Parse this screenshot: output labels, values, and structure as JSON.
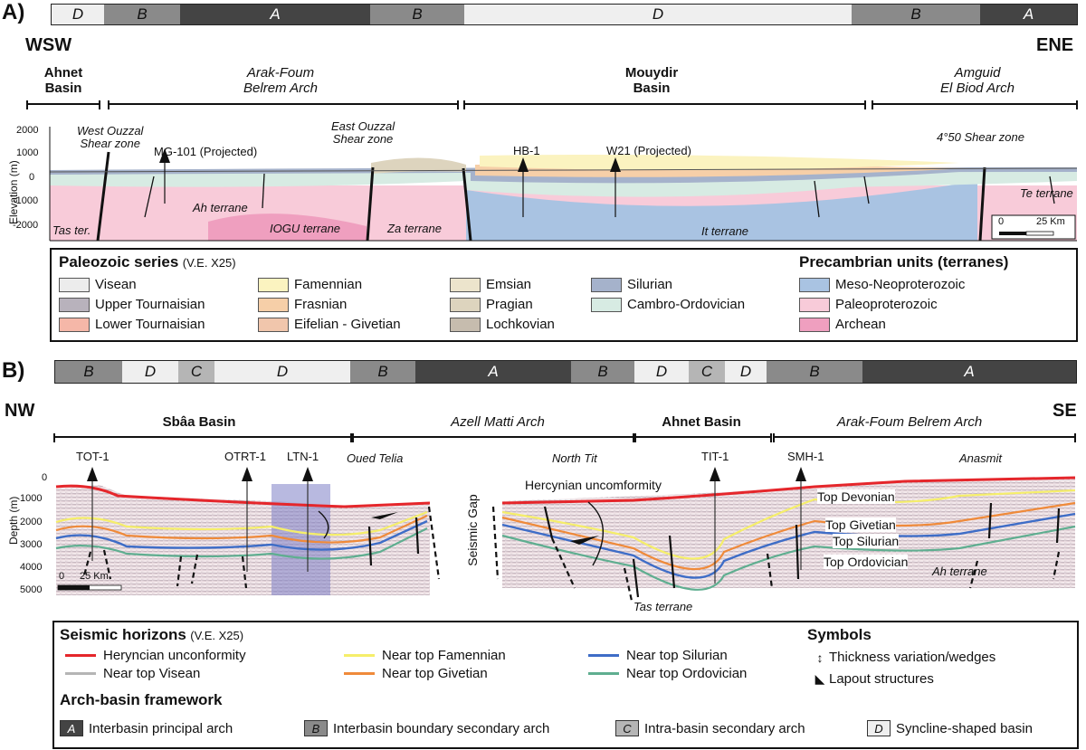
{
  "panel_a": {
    "label": "A)",
    "dir_left": "WSW",
    "dir_right": "ENE",
    "strip": [
      {
        "code": "D",
        "color": "#efefef"
      },
      {
        "code": "B",
        "color": "#8a8a8a"
      },
      {
        "code": "A",
        "color": "#444444"
      },
      {
        "code": "B",
        "color": "#8a8a8a"
      },
      {
        "code": "D",
        "color": "#efefef"
      },
      {
        "code": "B",
        "color": "#8a8a8a"
      },
      {
        "code": "A",
        "color": "#444444"
      }
    ],
    "regions": {
      "ahnet_1": "Ahnet",
      "ahnet_2": "Basin",
      "arak_1": "Arak-Foum",
      "arak_2": "Belrem Arch",
      "mouydir_1": "Mouydir",
      "mouydir_2": "Basin",
      "amguid_1": "Amguid",
      "amguid_2": "El Biod Arch"
    },
    "annotations": {
      "west_oz_1": "West Ouzzal",
      "west_oz_2": "Shear zone",
      "east_oz_1": "East Ouzzal",
      "east_oz_2": "Shear zone",
      "shear_450": "4°50 Shear zone",
      "mg101": "MG-101 (Projected)",
      "hb1": "HB-1",
      "w21": "W21 (Projected)",
      "tas": "Tas ter.",
      "ah": "Ah terrane",
      "iogu": "IOGU terrane",
      "za": "Za terrane",
      "it": "It terrane",
      "te": "Te terrane"
    },
    "y_axis": {
      "label": "Elevation (m)",
      "ticks": [
        "2000",
        "1000",
        "0",
        "-1000",
        "-2000"
      ]
    },
    "scale": {
      "text": "0",
      "km": "25 Km"
    },
    "legend": {
      "paleo_title": "Paleozoic series",
      "paleo_sub": "(V.E. X25)",
      "pre_title": "Precambrian units (terranes)",
      "col1": [
        {
          "name": "Visean",
          "color": "#ececec"
        },
        {
          "name": "Upper Tournaisian",
          "color": "#b8b2bc"
        },
        {
          "name": "Lower Tournaisian",
          "color": "#f5b7a8"
        }
      ],
      "col2": [
        {
          "name": "Famennian",
          "color": "#fbf3c0"
        },
        {
          "name": "Frasnian",
          "color": "#f6cfa8"
        },
        {
          "name": "Eifelian - Givetian",
          "color": "#f1c6ac"
        }
      ],
      "col3": [
        {
          "name": "Emsian",
          "color": "#ece4cc"
        },
        {
          "name": "Pragian",
          "color": "#ddd4be"
        },
        {
          "name": "Lochkovian",
          "color": "#c6bcae"
        }
      ],
      "col4": [
        {
          "name": "Silurian",
          "color": "#a5b2cb"
        },
        {
          "name": "Cambro-Ordovician",
          "color": "#d7ebe3"
        }
      ],
      "col5": [
        {
          "name": "Meso-Neoproterozoic",
          "color": "#a9c3e2"
        },
        {
          "name": "Paleoproterozoic",
          "color": "#f8cbd9"
        },
        {
          "name": "Archean",
          "color": "#ef9fbf"
        }
      ]
    }
  },
  "panel_b": {
    "label": "B)",
    "dir_left": "NW",
    "dir_right": "SE",
    "strip": [
      {
        "code": "B",
        "color": "#8a8a8a"
      },
      {
        "code": "D",
        "color": "#efefef"
      },
      {
        "code": "C",
        "color": "#b5b5b5"
      },
      {
        "code": "D",
        "color": "#efefef"
      },
      {
        "code": "B",
        "color": "#8a8a8a"
      },
      {
        "code": "A",
        "color": "#444444"
      },
      {
        "code": "B",
        "color": "#8a8a8a"
      },
      {
        "code": "D",
        "color": "#efefef"
      },
      {
        "code": "C",
        "color": "#b5b5b5"
      },
      {
        "code": "D",
        "color": "#efefef"
      },
      {
        "code": "B",
        "color": "#8a8a8a"
      },
      {
        "code": "A",
        "color": "#444444"
      }
    ],
    "regions": {
      "sbaa": "Sbâa Basin",
      "azell": "Azell Matti Arch",
      "ahnet": "Ahnet Basin",
      "arak": "Arak-Foum Belrem Arch"
    },
    "wells": [
      "TOT-1",
      "OTRT-1",
      "LTN-1",
      "TIT-1",
      "SMH-1"
    ],
    "annotations": {
      "oued": "Oued Telia",
      "north_tit": "North Tit",
      "anasmit": "Anasmit",
      "hercynian": "Hercynian uncomformity",
      "gap": "Seismic Gap",
      "top_dev": "Top Devonian",
      "top_giv": "Top Givetian",
      "top_sil": "Top Silurian",
      "top_ord": "Top Ordovician",
      "tas": "Tas terrane",
      "ah": "Ah terrane"
    },
    "y_axis": {
      "label": "Depth (m)",
      "ticks": [
        "0",
        "1000",
        "2000",
        "3000",
        "4000",
        "5000"
      ]
    },
    "scale": {
      "text": "0",
      "km": "25 Km"
    },
    "legend": {
      "horizons_title": "Seismic horizons",
      "horizons_sub": "(V.E. X25)",
      "symbols_title": "Symbols",
      "framework_title": "Arch-basin framework",
      "horizons": [
        {
          "name": "Heryncian unconformity",
          "color": "#e5262b"
        },
        {
          "name": "Near top Visean",
          "color": "#b5b5b5"
        },
        {
          "name": "Near top Famennian",
          "color": "#f5ee6a"
        },
        {
          "name": "Near top Givetian",
          "color": "#ef8a3a"
        },
        {
          "name": "Near top Silurian",
          "color": "#3e6dc7"
        },
        {
          "name": "Near top Ordovician",
          "color": "#5fae90"
        }
      ],
      "symbols": [
        "Thickness variation/wedges",
        "Lapout structures"
      ],
      "framework": [
        {
          "code": "A",
          "name": "Interbasin principal arch",
          "color": "#444444"
        },
        {
          "code": "B",
          "name": "Interbasin boundary secondary arch",
          "color": "#8a8a8a"
        },
        {
          "code": "C",
          "name": "Intra-basin secondary arch",
          "color": "#b5b5b5"
        },
        {
          "code": "D",
          "name": "Syncline-shaped basin",
          "color": "#efefef"
        }
      ]
    }
  }
}
